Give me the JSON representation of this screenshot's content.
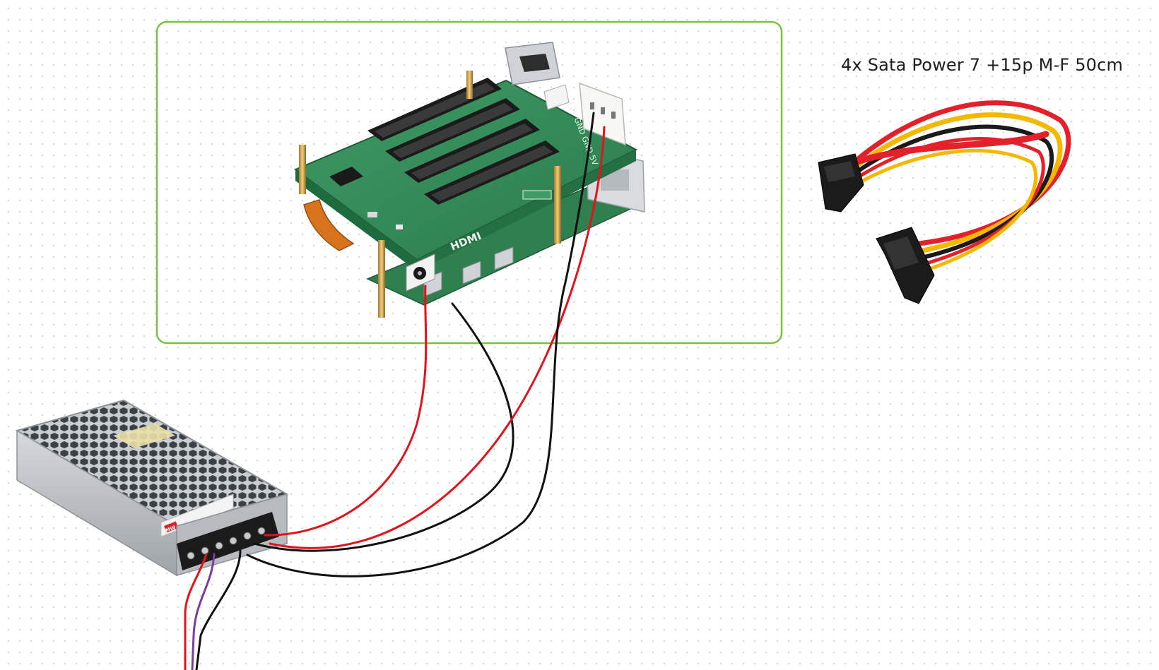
{
  "cable_label": "4x Sata Power 7 +15p M-F 50cm",
  "board_silkscreen": {
    "power_header": "12V GND GND 5V",
    "hdmi": "HDMI",
    "psu_brand": "MW"
  },
  "colors": {
    "frame_outline": "#7cc242",
    "wire_positive": "#e1141c",
    "wire_ground": "#111111",
    "wire_ac_neutral": "#7a3e9d",
    "pcb": "#2e8b57",
    "cable_red": "#e4202a",
    "cable_yellow": "#f5b800",
    "cable_black": "#1a1a1a"
  },
  "icons": [
    "sata-hat-board",
    "power-supply-unit",
    "sata-power-extension-cable"
  ]
}
